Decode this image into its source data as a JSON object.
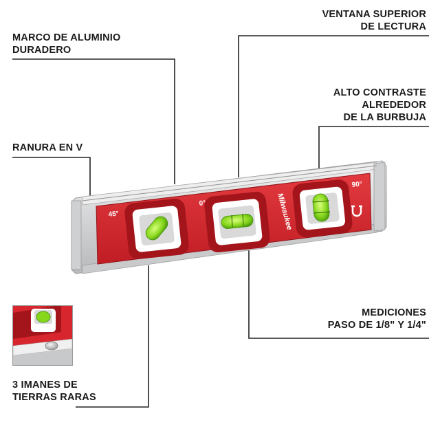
{
  "callouts": {
    "frame": {
      "lines": [
        "MARCO DE ALUMINIO",
        "DURADERO"
      ]
    },
    "top_window": {
      "lines": [
        "VENTANA SUPERIOR",
        "DE LECTURA"
      ]
    },
    "contrast": {
      "lines": [
        "ALTO CONTRASTE",
        "ALREDEDOR",
        "DE LA BURBUJA"
      ]
    },
    "v_groove": {
      "lines": [
        "RANURA EN V"
      ]
    },
    "measurements": {
      "lines": [
        "MEDICIONES",
        "PASO DE 1/8\" Y 1/4\""
      ]
    },
    "magnets": {
      "lines": [
        "3 IMANES DE",
        "TIERRAS RARAS"
      ]
    }
  },
  "level": {
    "brand": "Milwaukee",
    "angle_45": "45°",
    "angle_0": "0°",
    "angle_90": "90°"
  },
  "colors": {
    "body_red": "#d7262d",
    "dark_red": "#a3151b",
    "aluminum": "#d9dadb",
    "bubble_green": "#7ed321",
    "leader": "#222222"
  }
}
